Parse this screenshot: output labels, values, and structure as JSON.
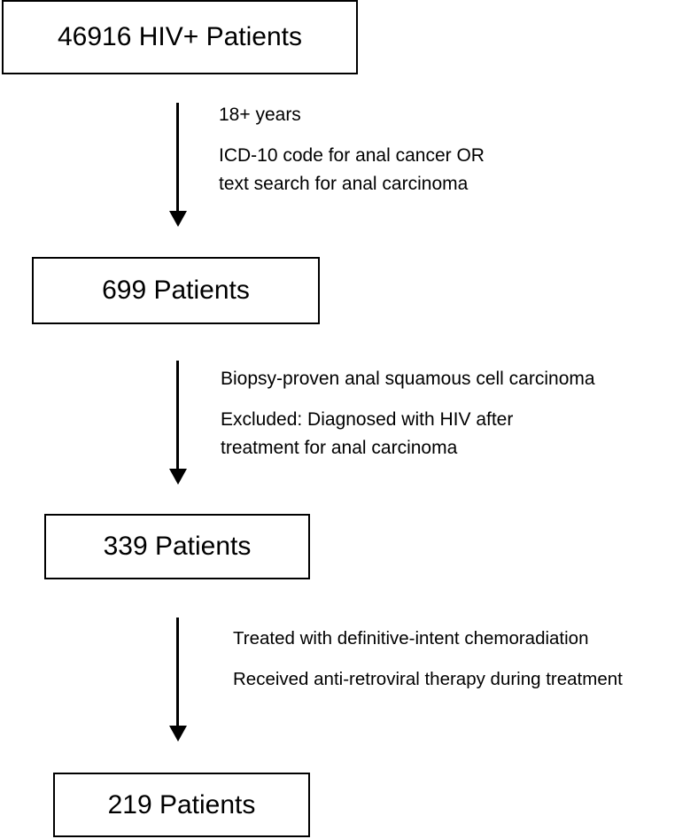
{
  "flowchart": {
    "stages": [
      {
        "label": "46916 HIV+ Patients"
      },
      {
        "label": "699 Patients"
      },
      {
        "label": "339 Patients"
      },
      {
        "label": "219 Patients"
      }
    ],
    "criteria": [
      {
        "item1": "18+ years",
        "item2_line1": "ICD-10 code for anal cancer OR",
        "item2_line2": "text search for anal carcinoma"
      },
      {
        "item1": "Biopsy-proven anal squamous cell carcinoma",
        "item2_line1": "Excluded: Diagnosed with HIV after",
        "item2_line2": "treatment for anal carcinoma"
      },
      {
        "item1": "Treated with definitive-intent chemoradiation",
        "item2_line1": "Received anti-retroviral therapy during treatment"
      }
    ],
    "colors": {
      "stroke": "#000000",
      "background": "#ffffff"
    }
  }
}
